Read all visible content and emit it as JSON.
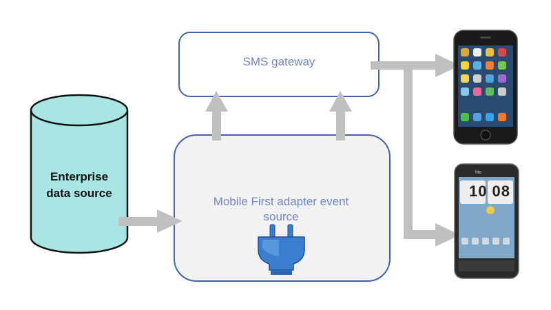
{
  "diagram": {
    "sms_gateway_label": "SMS gateway",
    "adapter_label_line1": "Mobile First adapter event",
    "adapter_label_line2": "source",
    "data_source_line1": "Enterprise",
    "data_source_line2": "data source",
    "phone2_clock": "10 08",
    "phone2_brand": "htc"
  },
  "colors": {
    "box_border": "#3f64ad",
    "adapter_fill": "#f2f2f2",
    "cylinder_fill": "#a8e6e4",
    "arrow": "#c0c0c0",
    "text_blue": "#6f86c8",
    "plug_blue": "#3a7fcf"
  },
  "icons": [
    "plug-icon",
    "iphone-image",
    "android-phone-image"
  ]
}
